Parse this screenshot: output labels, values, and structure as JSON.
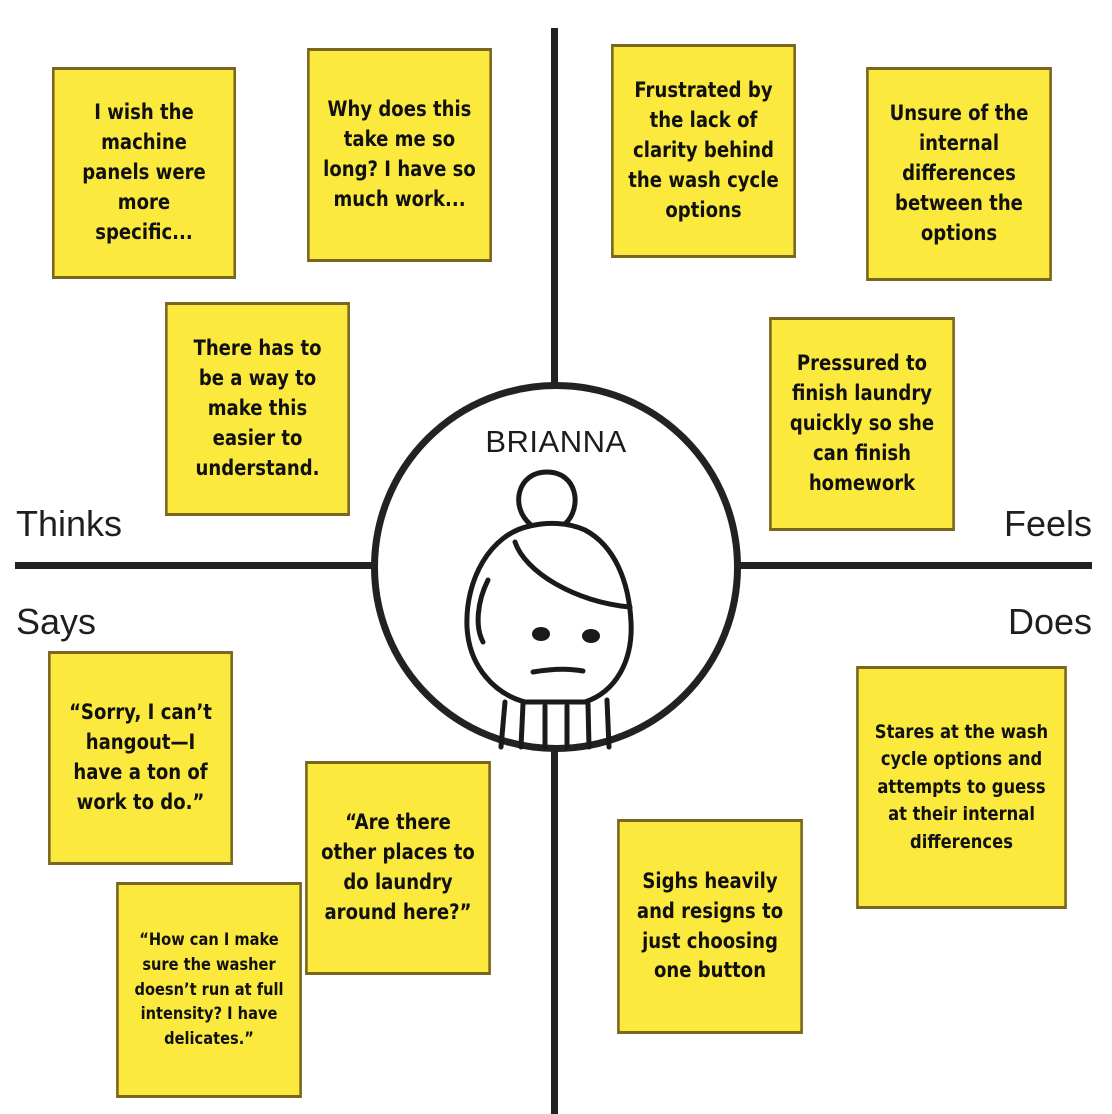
{
  "persona": {
    "name": "BRIANNA"
  },
  "quadrants": {
    "thinks": "Thinks",
    "feels": "Feels",
    "says": "Says",
    "does": "Does"
  },
  "notes": {
    "thinks_1": "I wish the machine panels were more specific...",
    "thinks_2": "Why does this take me so long? I have so much work...",
    "thinks_3": "There has to be a way to make this easier to understand.",
    "feels_1": "Frustrated by the lack of clarity behind the wash cycle options",
    "feels_2": "Unsure of the internal differences between the options",
    "feels_3": "Pressured to finish laundry quickly so she can finish homework",
    "says_1": "“Sorry, I can’t hangout—I have a ton of work to do.”",
    "says_2": "“Are there other places to do laundry around here?”",
    "says_3": "“How can I make sure the washer doesn’t run at full intensity? I have delicates.”",
    "does_1": "Stares at the wash cycle options and attempts to guess at their internal differences",
    "does_2": "Sighs heavily and resigns to just choosing one button"
  },
  "colors": {
    "sticky_fill": "#fbea3d",
    "sticky_border": "#7a6620",
    "line": "#222222"
  }
}
